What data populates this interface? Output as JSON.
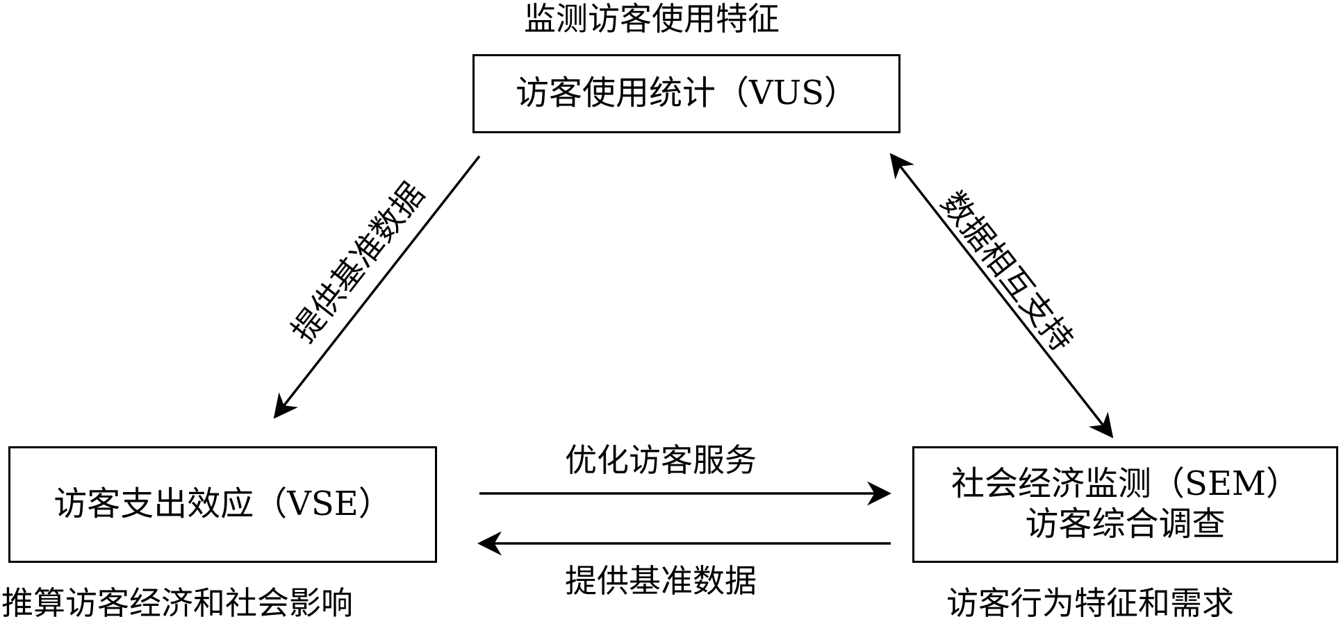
{
  "diagram": {
    "top_caption": "监测访客使用特征",
    "nodes": {
      "vus": {
        "label": "访客使用统计（VUS）"
      },
      "vse": {
        "label": "访客支出效应（VSE）"
      },
      "sem": {
        "lines": [
          "社会经济监测（SEM）",
          "访客综合调查"
        ]
      }
    },
    "captions": {
      "vse_below": "推算访客经济和社会影响",
      "sem_below": "访客行为特征和需求"
    },
    "edges": [
      {
        "from": "vus",
        "to": "vse",
        "direction": "one-way",
        "label": "提供基准数据"
      },
      {
        "from": "vus",
        "to": "sem",
        "direction": "two-way",
        "label": "数据相互支持"
      },
      {
        "from": "vse",
        "to": "sem",
        "direction": "one-way",
        "label": "优化访客服务"
      },
      {
        "from": "sem",
        "to": "vse",
        "direction": "one-way",
        "label": "提供基准数据"
      }
    ]
  }
}
